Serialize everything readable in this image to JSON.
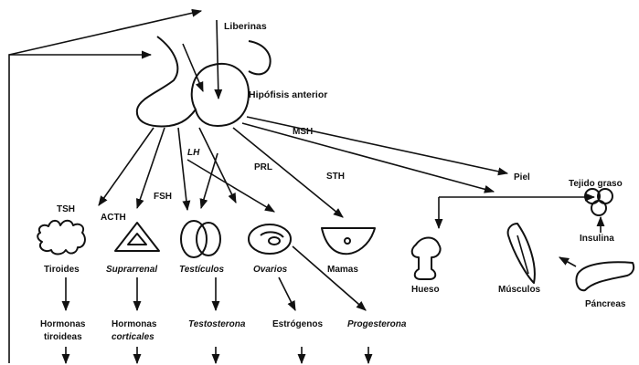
{
  "nodes": {
    "liberinas": "Liberinas",
    "hipofisis": "Hipófisis anterior",
    "tiroides": "Tiroides",
    "suprarrenal": "Suprarrenal",
    "testiculos": "Testículos",
    "ovarios": "Ovarios",
    "mamas": "Mamas",
    "piel": "Piel",
    "hueso": "Hueso",
    "musculos": "Músculos",
    "tejido_graso": "Tejido graso",
    "insulina": "Insulina",
    "pancreas": "Páncreas"
  },
  "hormones": {
    "tsh": "TSH",
    "acth": "ACTH",
    "fsh": "FSH",
    "lh": "LH",
    "prl": "PRL",
    "sth": "STH",
    "msh": "MSH"
  },
  "products": {
    "tiroideas_1": "Hormonas",
    "tiroideas_2": "tiroideas",
    "corticales_1": "Hormonas",
    "corticales_2": "corticales",
    "testosterona": "Testosterona",
    "estrogenos": "Estrógenos",
    "progesterona": "Progesterona"
  }
}
